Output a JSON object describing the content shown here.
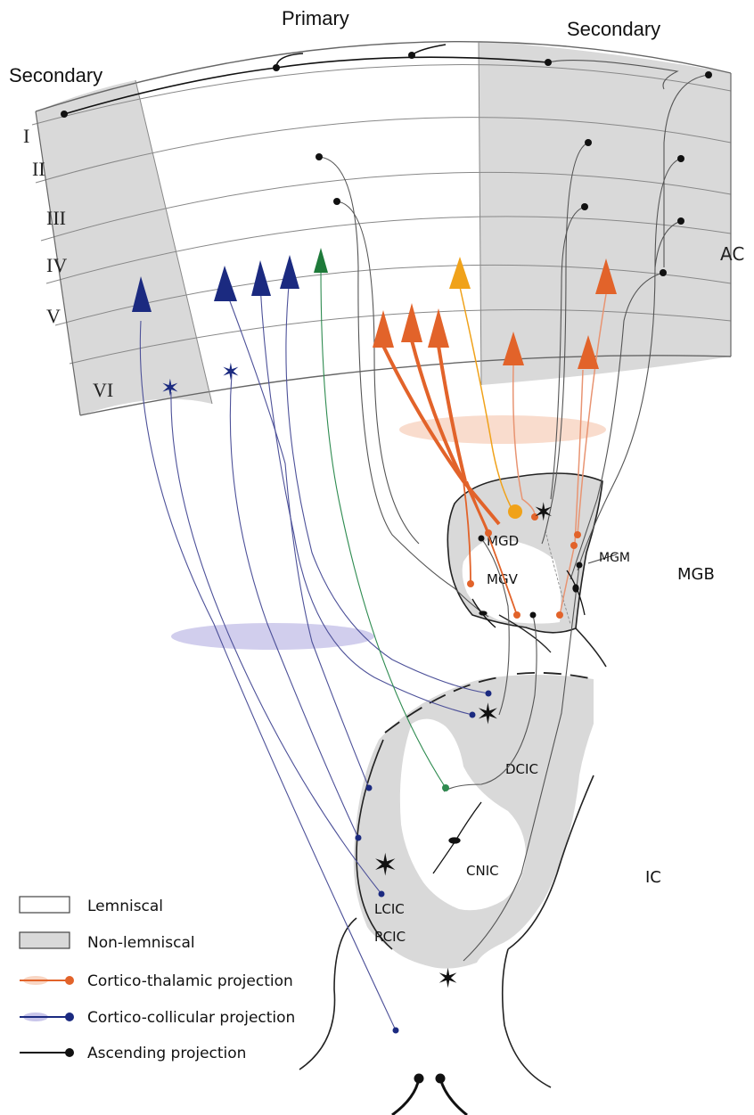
{
  "header": {
    "primary": "Primary",
    "secondary_left": "Secondary",
    "secondary_right": "Secondary"
  },
  "layers": [
    "I",
    "II",
    "III",
    "IV",
    "V",
    "VI"
  ],
  "regions": {
    "ac": "AC",
    "mgb": "MGB",
    "ic": "IC",
    "mgd": "MGD",
    "mgv": "MGV",
    "mgm": "MGM",
    "dcic": "DCIC",
    "cnic": "CNIC",
    "lcic": "LCIC",
    "rcic": "RCIC"
  },
  "legend": {
    "lemniscal": "Lemniscal",
    "non_lemniscal": "Non-lemniscal",
    "cortico_thalamic": "Cortico-thalamic projection",
    "cortico_collicular": "Cortico-collicular projection",
    "ascending": "Ascending projection"
  },
  "colors": {
    "navy": "#1b2a80",
    "green": "#1e7a3a",
    "orange": "#e2632a",
    "amber": "#f0a21a",
    "gray_fill": "#d9d9d9",
    "lavender": "#c9c6ea",
    "peach": "#f8d6c4",
    "ink": "#1a1a1a"
  }
}
